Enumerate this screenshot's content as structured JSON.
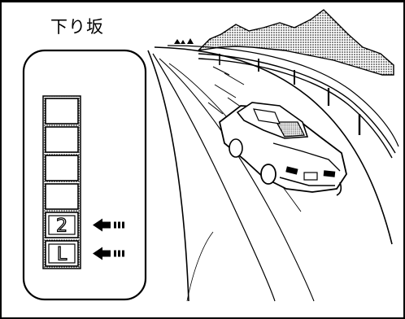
{
  "title": "下り坂",
  "gear_selector": {
    "slots": [
      {
        "label": "",
        "shaded": false
      },
      {
        "label": "",
        "shaded": false
      },
      {
        "label": "",
        "shaded": false
      },
      {
        "label": "",
        "shaded": false
      },
      {
        "label": "2",
        "shaded": false
      },
      {
        "label": "L",
        "shaded": false
      }
    ],
    "arrowed_gears": [
      "2",
      "L"
    ]
  },
  "icons": [
    "arrow-left-icon",
    "car-icon",
    "mountain-icon",
    "guardrail-icon"
  ]
}
